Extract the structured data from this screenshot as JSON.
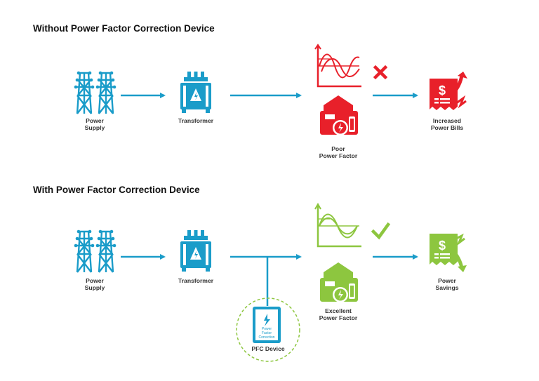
{
  "colors": {
    "blue": "#1a9cc9",
    "red": "#e8202a",
    "green": "#8dc63f"
  },
  "without": {
    "title": "Without Power Factor Correction Device",
    "power_supply": "Power\nSupply",
    "transformer": "Transformer",
    "factor": "Poor\nPower Factor",
    "result": "Increased\nPower Bills",
    "status_icon": "cross-icon"
  },
  "with": {
    "title": "With Power Factor Correction Device",
    "power_supply": "Power\nSupply",
    "transformer": "Transformer",
    "factor": "Excellent\nPower Factor",
    "result": "Power\nSavings",
    "status_icon": "check-icon",
    "pfc_device_label": "PFC Device",
    "pfc_inner_line1": "Power",
    "pfc_inner_line2": "Factor",
    "pfc_inner_line3": "Correction"
  }
}
